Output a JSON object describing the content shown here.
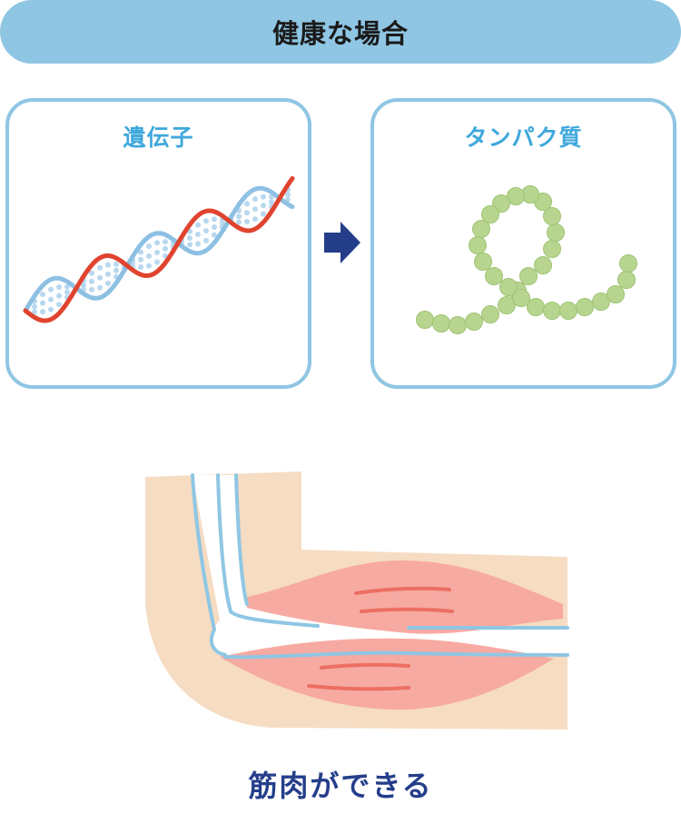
{
  "header": {
    "title": "健康な場合"
  },
  "panels": {
    "gene": {
      "title": "遺伝子",
      "icon": "dna-helix-icon"
    },
    "protein": {
      "title": "タンパク質",
      "icon": "protein-chain-icon"
    }
  },
  "arrow": {
    "icon": "arrow-right-icon"
  },
  "illustration": {
    "icon": "elbow-muscle-icon"
  },
  "caption": {
    "text": "筋肉ができる"
  },
  "colors": {
    "banner": "#8fc6e3",
    "panel_border": "#8fc6e3",
    "panel_title": "#3fa8dc",
    "dna_red": "#e0442f",
    "dna_blue": "#8dc0e3",
    "protein_green": "#b7d58f",
    "arrow": "#243e8a",
    "caption": "#243e8a",
    "skin": "#f6dcc2",
    "muscle": "#f7aaa2",
    "bone_outline": "#8fc6e3"
  }
}
